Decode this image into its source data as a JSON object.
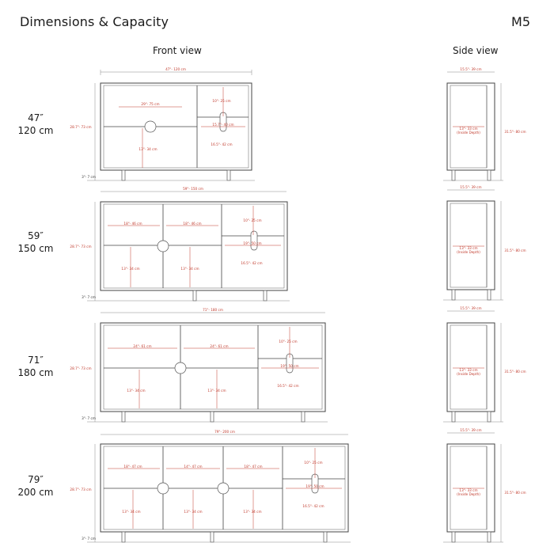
{
  "header": {
    "title": "Dimensions & Capacity",
    "model": "M5"
  },
  "views": {
    "front": "Front view",
    "side": "Side view"
  },
  "rows": [
    {
      "size_in": "47″",
      "size_cm": "120 cm",
      "width_label": "47\"- 120 cm",
      "height_label": "28.7\"- 73 cm",
      "leg_label": "3\"- 7 cm",
      "compartment_width": "29\"- 75 cm",
      "compartment_height": "13\"- 34 cm",
      "narrow_top": "10\"- 25 cm",
      "narrow_mid": "15.7\"- 40 cm",
      "narrow_bottom": "16.5\"- 42 cm",
      "side_width": "15.5\"- 39 cm",
      "side_depth": "13\"- 33 cm",
      "side_depth_note": "(Inside Depth)",
      "side_height": "31.5\"- 80 cm"
    },
    {
      "size_in": "59″",
      "size_cm": "150 cm",
      "width_label": "59\"- 150 cm",
      "height_label": "28.7\"- 73 cm",
      "leg_label": "3\"- 7 cm",
      "compartment_width_1": "18\"- 46 cm",
      "compartment_width_2": "18\"- 46 cm",
      "compartment_height_1": "13\"- 34 cm",
      "compartment_height_2": "13\"- 34 cm",
      "narrow_top": "10\"- 25 cm",
      "narrow_mid": "19\"- 50 cm",
      "narrow_bottom": "16.5\"- 42 cm",
      "side_width": "15.5\"- 39 cm",
      "side_depth": "13\"- 33 cm",
      "side_depth_note": "(Inside Depth)",
      "side_height": "31.5\"- 80 cm"
    },
    {
      "size_in": "71″",
      "size_cm": "180 cm",
      "width_label": "71\"- 180 cm",
      "height_label": "28.7\"- 73 cm",
      "leg_label": "3\"- 7 cm",
      "compartment_width_1": "24\"- 61 cm",
      "compartment_width_2": "24\"- 61 cm",
      "compartment_height_1": "13\"- 34 cm",
      "compartment_height_2": "13\"- 34 cm",
      "narrow_top": "10\"- 25 cm",
      "narrow_mid": "19\"- 50 cm",
      "narrow_bottom": "16.5\"- 42 cm",
      "side_width": "15.5\"- 39 cm",
      "side_depth": "13\"- 33 cm",
      "side_depth_note": "(Inside Depth)",
      "side_height": "31.5\"- 80 cm"
    },
    {
      "size_in": "79″",
      "size_cm": "200 cm",
      "width_label": "79\"- 200 cm",
      "height_label": "28.7\"- 73 cm",
      "leg_label": "3\"- 7 cm",
      "compartment_width_1": "18\"- 47 cm",
      "compartment_width_2": "14\"- 47 cm",
      "compartment_width_3": "18\"- 47 cm",
      "compartment_height_1": "13\"- 34 cm",
      "compartment_height_2": "13\"- 34 cm",
      "compartment_height_3": "13\"- 34 cm",
      "narrow_top": "10\"- 25 cm",
      "narrow_mid": "19\"- 50 cm",
      "narrow_bottom": "16.5\"- 42 cm",
      "side_width": "15.5\"- 39 cm",
      "side_depth": "13\"- 33 cm",
      "side_depth_note": "(Inside Depth)",
      "side_height": "31.5\"- 80 cm"
    }
  ],
  "colors": {
    "outline": "#444444",
    "dimension_red": "#c0392b",
    "dimension_line": "#777777"
  }
}
